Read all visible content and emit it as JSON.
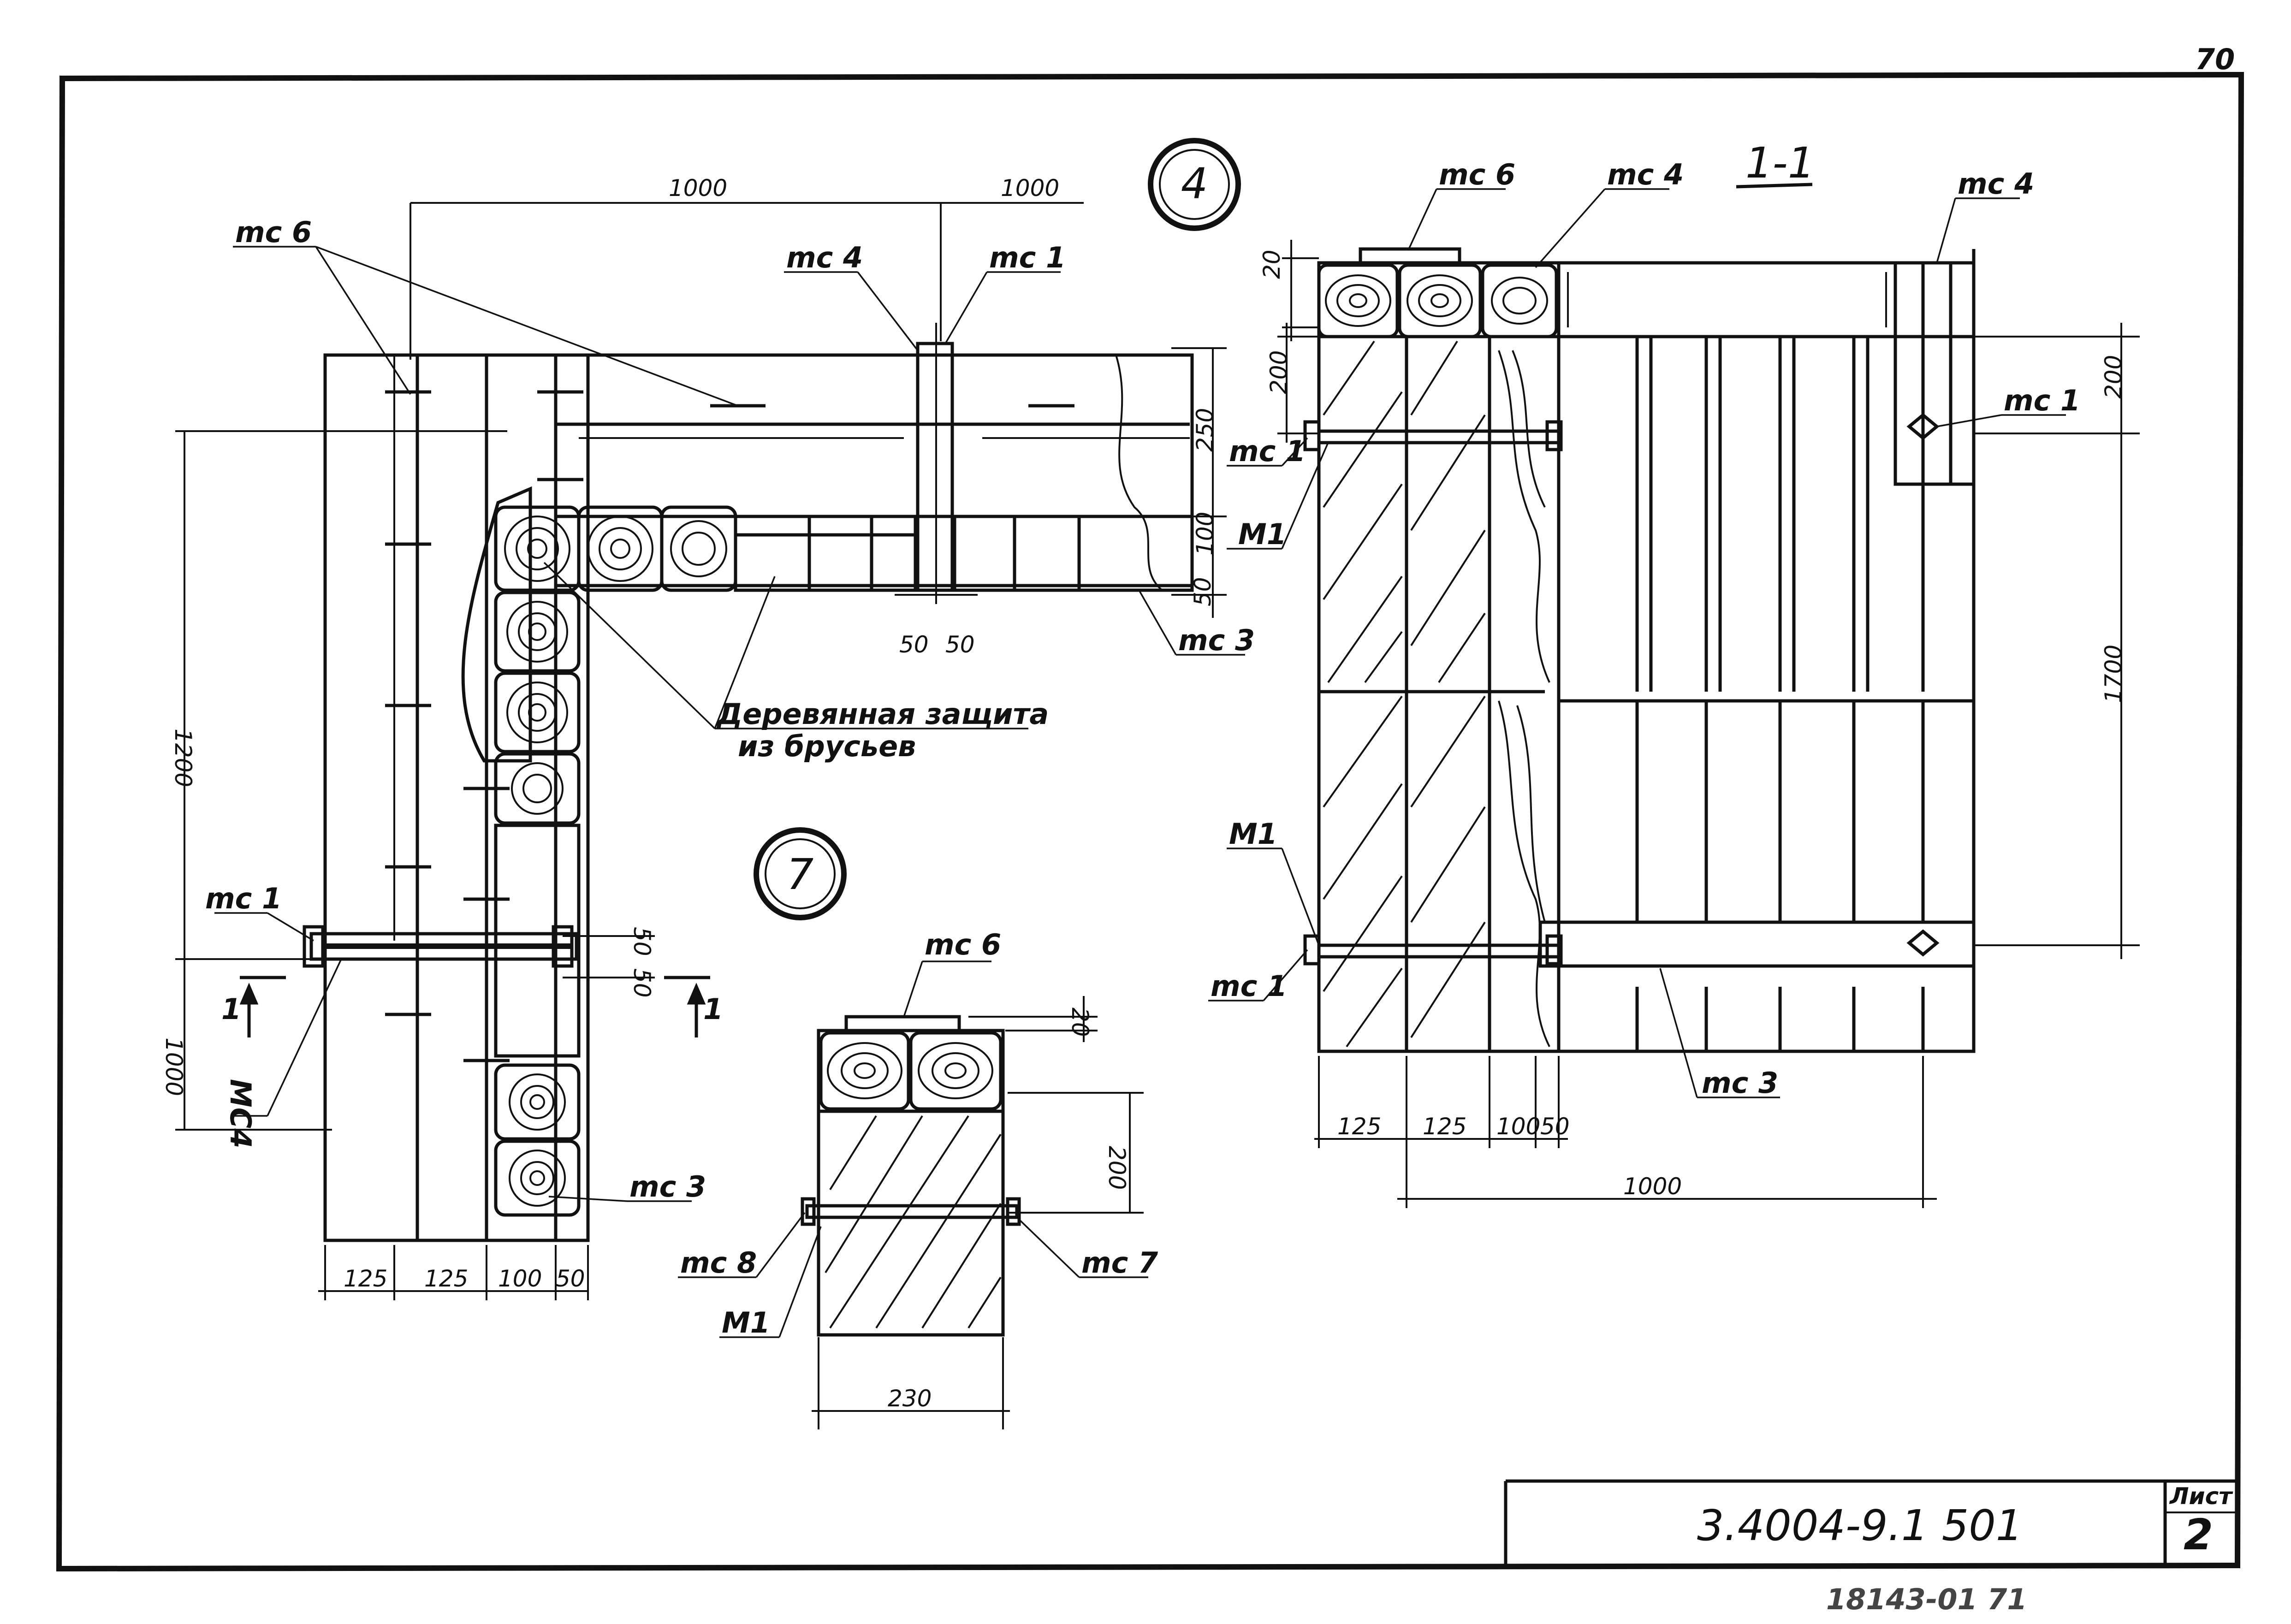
{
  "sheet": {
    "page_number": "70",
    "doc_code": "3.4004-9.1 501",
    "sheet_label": "Лист",
    "sheet_number": "2",
    "bottom_stamp": "18143-01 71"
  },
  "views": {
    "circle_4": "4",
    "circle_7": "7",
    "section_title": "1-1",
    "section_mark_left": "1",
    "section_mark_right": "1"
  },
  "labels": {
    "mc6": "mc 6",
    "mc4": "mc 4",
    "mc1": "mc 1",
    "mc3": "mc 3",
    "mc7": "mc 7",
    "mc8": "mc 8",
    "m1": "M1",
    "mc4_upper": "MC4",
    "wood_note_line1": "Деревянная защита",
    "wood_note_line2": "из брусьев"
  },
  "dims": {
    "d1000": "1000",
    "d1200": "1200",
    "d1700": "1700",
    "d125": "125",
    "d100": "100",
    "d50": "50",
    "d20": "20",
    "d200": "200",
    "d250": "250",
    "d230": "230"
  }
}
